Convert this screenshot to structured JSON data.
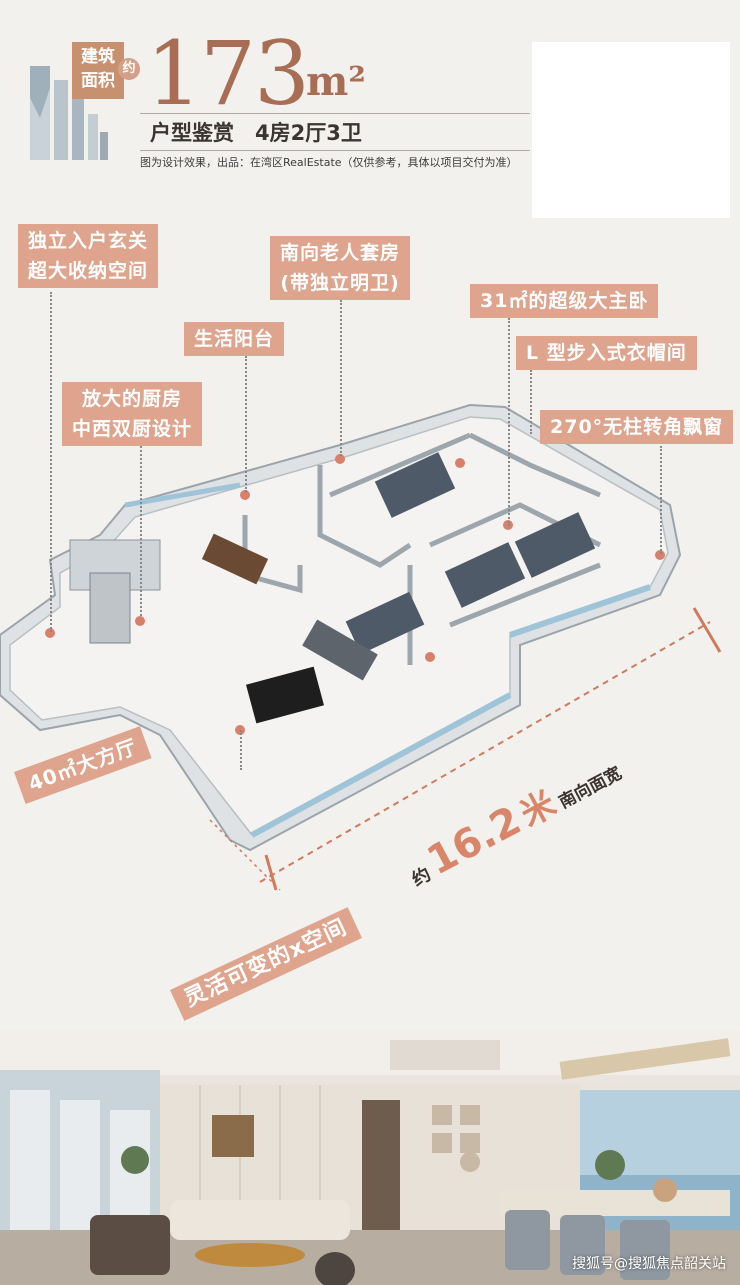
{
  "header": {
    "area_tag_line1": "建筑",
    "area_tag_line2": "面积",
    "approx_badge": "约",
    "area_number": "173",
    "area_unit": "m²",
    "subtitle": "户型鉴赏　4房2厅3卫",
    "disclaimer": "图为设计效果，出品：在湾区RealEstate（仅供参考，具体以项目交付为准）"
  },
  "callouts": {
    "entrance_line1": "独立入户玄关",
    "entrance_line2": "超大收纳空间",
    "elder_suite_line1": "南向老人套房",
    "elder_suite_line2": "(带独立明卫)",
    "master_bedroom": "31㎡的超级大主卧",
    "balcony": "生活阳台",
    "walk_in_closet": "L 型步入式衣帽间",
    "kitchen_line1": "放大的厨房",
    "kitchen_line2": "中西双厨设计",
    "bay_window": "270°无柱转角飘窗",
    "living_room": "40㎡大方厅",
    "flex_space": "灵活可变的x空间"
  },
  "dimension": {
    "prefix": "约",
    "value": "16.2",
    "unit": "米",
    "suffix": "南向面宽"
  },
  "watermark": "搜狐号@搜狐焦点韶关站",
  "colors": {
    "accent": "#dea48e",
    "title_brown": "#a86e55",
    "background": "#f3f1ee"
  }
}
